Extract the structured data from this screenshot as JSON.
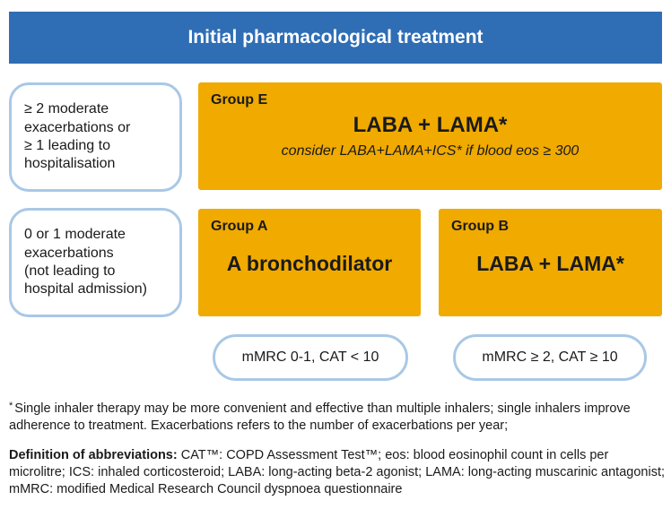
{
  "header": {
    "title": "Initial pharmacological treatment"
  },
  "rows": [
    {
      "criteria": "≥ 2 moderate\nexacerbations or\n≥ 1 leading to\nhospitalisation"
    },
    {
      "criteria": "0 or 1 moderate\nexacerbations\n(not leading to\nhospital admission)"
    }
  ],
  "groups": {
    "e": {
      "label": "Group E",
      "main": "LABA + LAMA*",
      "sub": "consider LABA+LAMA+ICS* if blood eos ≥ 300"
    },
    "a": {
      "label": "Group A",
      "main": "A bronchodilator"
    },
    "b": {
      "label": "Group B",
      "main": "LABA + LAMA*"
    }
  },
  "pills": {
    "left": "mMRC 0-1, CAT < 10",
    "right": "mMRC ≥ 2, CAT ≥ 10"
  },
  "footnote": {
    "marker": "*",
    "text": "Single inhaler therapy may be more convenient and effective than multiple inhalers; single inhalers improve adherence to treatment. Exacerbations refers to the number of exacerbations per year;"
  },
  "definitions": {
    "label": "Definition of abbreviations:",
    "text": " CAT™: COPD Assessment Test™; eos: blood eosinophil count in cells per microlitre; ICS: inhaled corticosteroid; LABA: long-acting beta-2 agonist; LAMA: long-acting muscarinic antagonist; mMRC: modified Medical Research Council dyspnoea questionnaire"
  },
  "colors": {
    "header_bg": "#2f6eb5",
    "group_bg": "#f0aa00",
    "outline": "#a9c8e6"
  }
}
